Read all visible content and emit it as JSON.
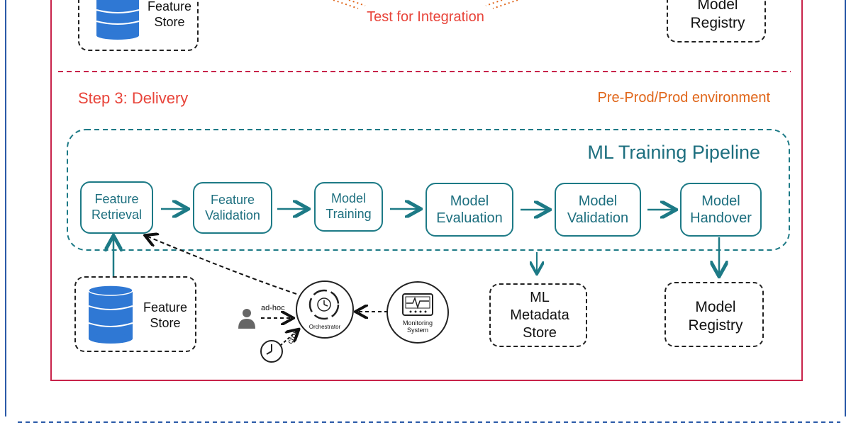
{
  "top": {
    "feature_store_label": "Feature Store",
    "integration_label": "Test for Integration",
    "model_registry_label": "Model Registry"
  },
  "step3": {
    "title": "Step 3: Delivery",
    "environment": "Pre-Prod/Prod environment"
  },
  "pipeline": {
    "title": "ML Training Pipeline",
    "stages": [
      "Feature Retrieval",
      "Feature Validation",
      "Model Training",
      "Model Evaluation",
      "Model Validation",
      "Model Handover"
    ]
  },
  "bottom": {
    "feature_store_label": "Feature Store",
    "metadata_store_label": "ML Metadata Store",
    "model_registry_label": "Model Registry",
    "orchestrator_label": "Orchestrator",
    "monitoring_label": "Monitoring System",
    "adhoc_label": "ad-hoc",
    "cron_label": "cron"
  },
  "colors": {
    "outer_border": "#2b5aa8",
    "step_border": "#c8234a",
    "pipeline": "#1d7a86",
    "step_title": "#e8443a",
    "env_title": "#e0661a",
    "db_blue": "#2f78d4"
  }
}
